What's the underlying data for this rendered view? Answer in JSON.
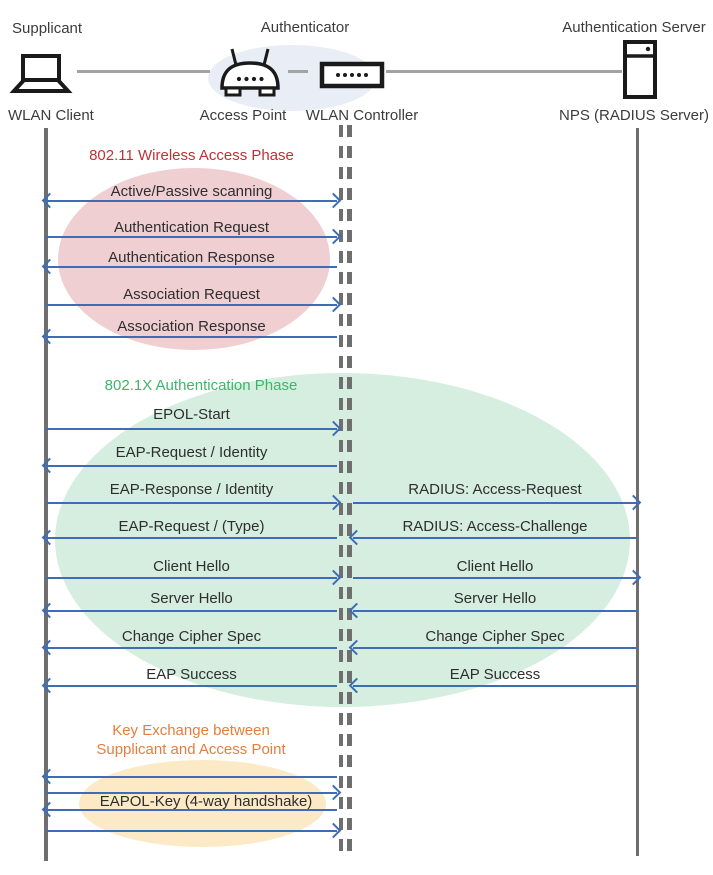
{
  "diagram_type": "sequence-diagram",
  "colors": {
    "arrow": "#3E6CB5",
    "lifeline": "#6F6F6F",
    "connector": "#A3A3A3",
    "icon": "#1A1A1A",
    "p1title": "#BE3137",
    "p1fill": "#F0CFD2",
    "p2title": "#3FB56B",
    "p2fill": "#D5EEDF",
    "p3title": "#E57E3D",
    "p3fill": "#FBEAC5",
    "authfill": "#E9EDF6",
    "msgtext": "#2E2E2E",
    "nodetext": "#3C3C3C"
  },
  "header": {
    "roles": [
      {
        "label": "Supplicant"
      },
      {
        "label": "Authenticator"
      },
      {
        "label": "Authentication Server"
      }
    ],
    "nodes": [
      {
        "label": "WLAN Client",
        "icon": "laptop-icon"
      },
      {
        "label": "Access Point",
        "icon": "wireless-router-icon"
      },
      {
        "label": "WLAN Controller",
        "icon": "controller-icon"
      },
      {
        "label": "NPS (RADIUS Server)",
        "icon": "server-icon"
      }
    ]
  },
  "phases": [
    {
      "title": "802.11 Wireless Access Phase",
      "messages": [
        {
          "label": "Active/Passive scanning",
          "from": "WLAN Client",
          "to": "WLAN Controller",
          "direction": "both"
        },
        {
          "label": "Authentication Request",
          "from": "WLAN Client",
          "to": "WLAN Controller",
          "direction": "right"
        },
        {
          "label": "Authentication Response",
          "from": "WLAN Controller",
          "to": "WLAN Client",
          "direction": "left"
        },
        {
          "label": "Association Request",
          "from": "WLAN Client",
          "to": "WLAN Controller",
          "direction": "right"
        },
        {
          "label": "Association Response",
          "from": "WLAN Controller",
          "to": "WLAN Client",
          "direction": "left"
        }
      ]
    },
    {
      "title": "802.1X Authentication Phase",
      "left": [
        {
          "label": "EPOL-Start",
          "direction": "right"
        },
        {
          "label": "EAP-Request / Identity",
          "direction": "left"
        },
        {
          "label": "EAP-Response / Identity",
          "direction": "right"
        },
        {
          "label": "EAP-Request / (Type)",
          "direction": "left"
        },
        {
          "label": "Client Hello",
          "direction": "right"
        },
        {
          "label": "Server Hello",
          "direction": "left"
        },
        {
          "label": "Change Cipher Spec",
          "direction": "left"
        },
        {
          "label": "EAP Success",
          "direction": "left"
        }
      ],
      "right": [
        {
          "label": "RADIUS: Access-Request",
          "direction": "right"
        },
        {
          "label": "RADIUS: Access-Challenge",
          "direction": "left"
        },
        {
          "label": "Client Hello",
          "direction": "right"
        },
        {
          "label": "Server Hello",
          "direction": "left"
        },
        {
          "label": "Change Cipher Spec",
          "direction": "left"
        },
        {
          "label": "EAP Success",
          "direction": "left"
        }
      ]
    },
    {
      "title_line1": "Key Exchange between",
      "title_line2": "Supplicant and Access Point",
      "messages": [
        {
          "label": "",
          "direction": "left"
        },
        {
          "label": "",
          "direction": "right"
        },
        {
          "label": "EAPOL-Key (4-way handshake)",
          "direction": "left"
        },
        {
          "label": "",
          "direction": "right"
        }
      ]
    }
  ]
}
